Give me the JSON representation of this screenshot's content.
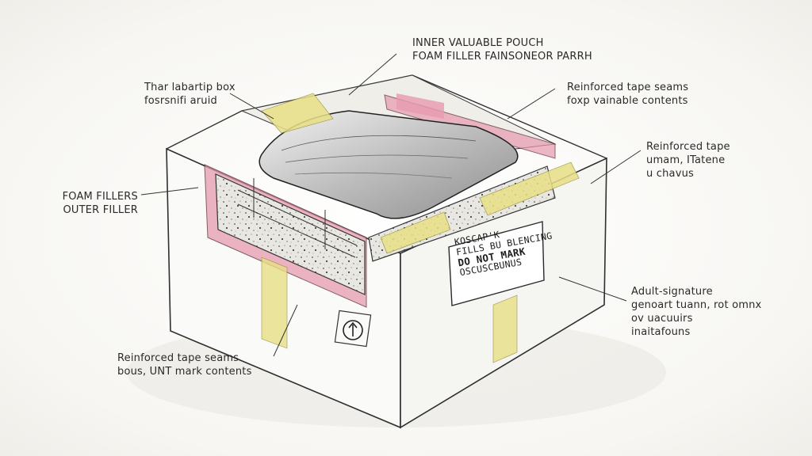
{
  "callouts": {
    "inner_pouch": {
      "line1": "INNER VALUABLE POUCH",
      "line2": "FOAM FILLER FAINSONEOR PARRH"
    },
    "box": {
      "line1": "Thar labartip box",
      "line2": "fosrsnifi aruid"
    },
    "tape_seams_top": {
      "line1": "Reinforced tape seams",
      "line2": "foxp vainable contents"
    },
    "tape_right": {
      "line1": "Reinforced tape",
      "line2": "umam, ITatene",
      "line3": "u chavus"
    },
    "foam_fillers": {
      "line1": "FOAM FILLERS",
      "line2": "OUTER FILLER"
    },
    "adult_signature": {
      "line1": "Adult-signature",
      "line2": "genoart tuann, rot omnx",
      "line3": "ov uacuuirs",
      "line4": "inaitafouns"
    },
    "tape_seams_bottom": {
      "line1": "Reinforced tape seams",
      "line2": "bous, UNT mark contents"
    }
  },
  "box_label": {
    "line1": "KOSCAP'K",
    "line2": "FILLS BU BLENCING",
    "line3": "DO NOT MARK",
    "line4": "OSCUSCBUNUS"
  },
  "colors": {
    "tape_yellow": "#e8df86",
    "tape_red": "#e79ab0",
    "foam": "#e7e6df",
    "pencil": "#2f2f2f"
  },
  "icons": [
    "arrow-up-handling-icon"
  ]
}
